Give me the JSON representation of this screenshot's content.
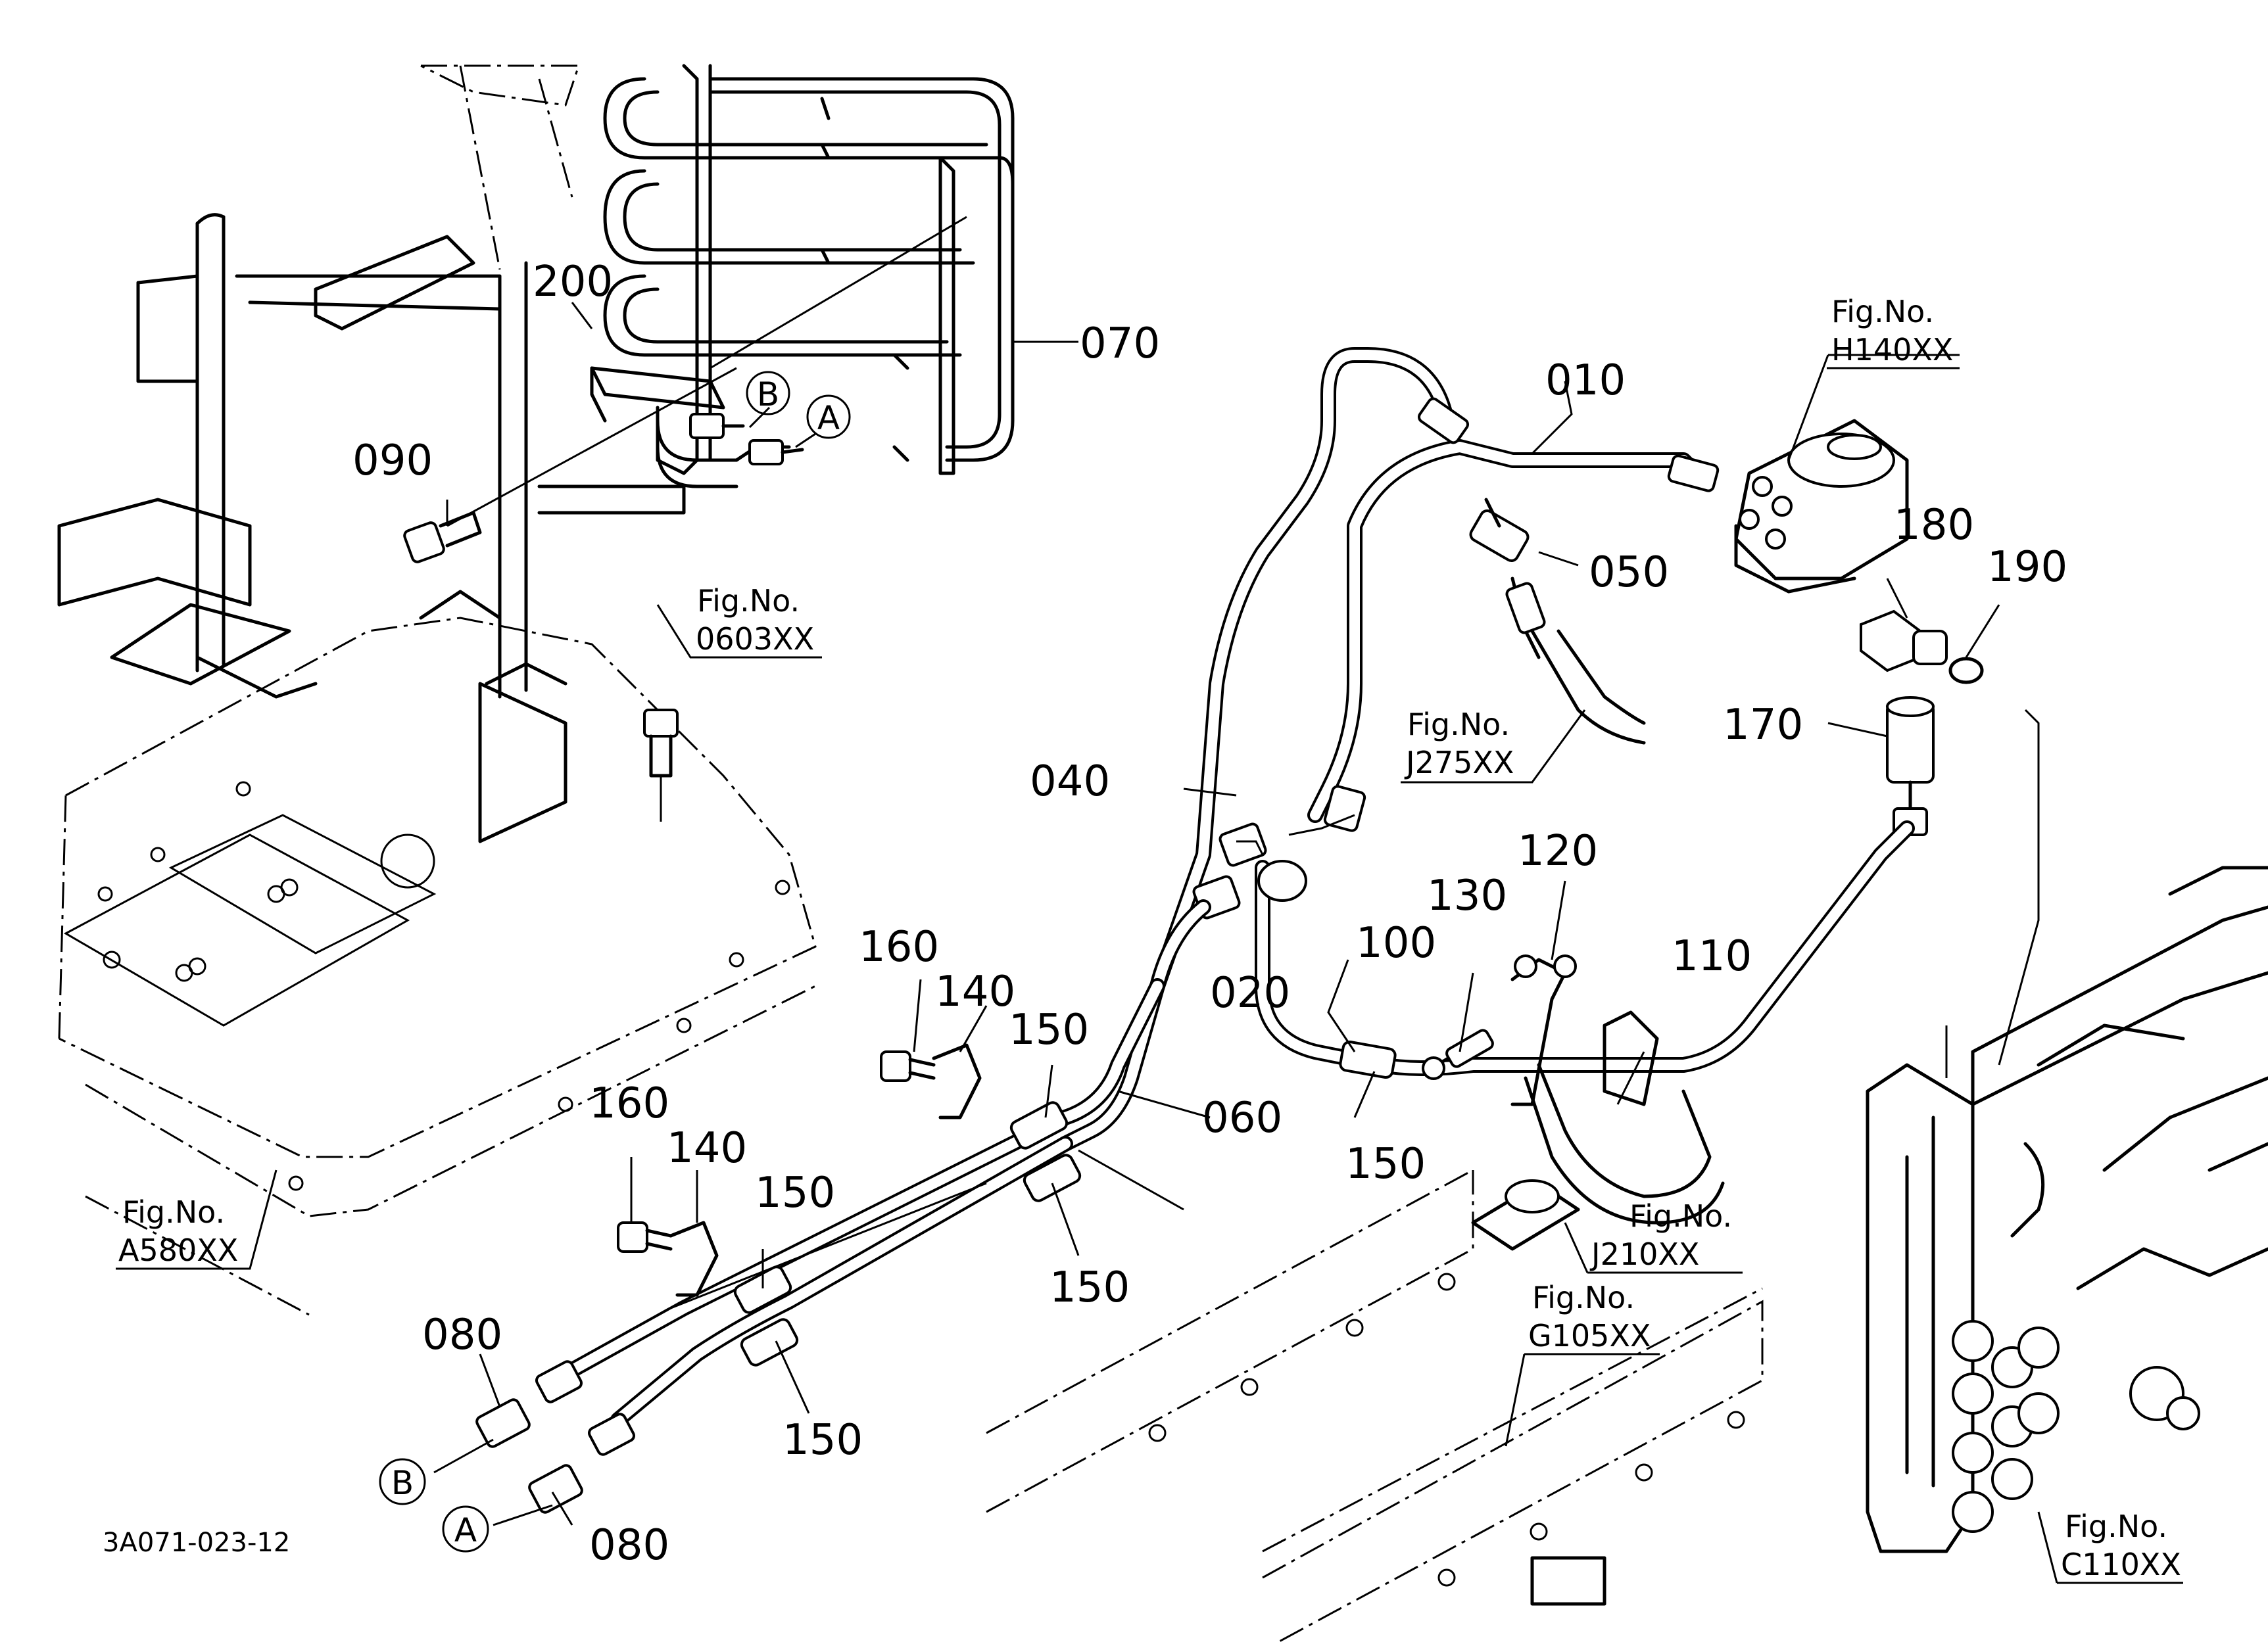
{
  "drawing_code": "3A071-023-12",
  "callouts": {
    "p010": "010",
    "p020": "020",
    "p040": "040",
    "p050": "050",
    "p060": "060",
    "p070": "070",
    "p080_a": "080",
    "p080_b": "080",
    "p090": "090",
    "p100": "100",
    "p110": "110",
    "p120": "120",
    "p130": "130",
    "p140_a": "140",
    "p140_b": "140",
    "p150_a": "150",
    "p150_b": "150",
    "p150_c": "150",
    "p150_d": "150",
    "p150_e": "150",
    "p160_a": "160",
    "p160_b": "160",
    "p170": "170",
    "p180": "180",
    "p190": "190",
    "p200": "200"
  },
  "connection_markers": {
    "a_top": "A",
    "b_top": "B",
    "a_bottom": "A",
    "b_bottom": "B"
  },
  "figure_references": {
    "fig_label": "Fig.No.",
    "h140": "H140XX",
    "f0603": "0603XX",
    "j275": "J275XX",
    "a580": "A580XX",
    "j210": "J210XX",
    "g105": "G105XX",
    "c110": "C110XX"
  }
}
